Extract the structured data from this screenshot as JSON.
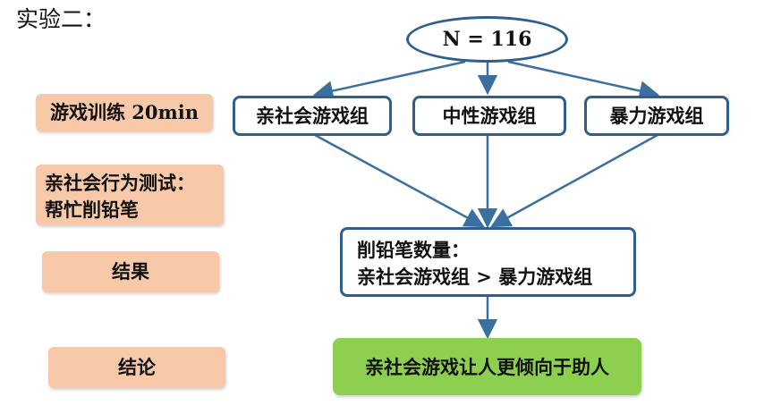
{
  "title": "实验二：",
  "labels": {
    "training": "游戏训练 20min",
    "test_line1": "亲社会行为测试：",
    "test_line2": "帮忙削铅笔",
    "result": "结果",
    "conclusion": "结论"
  },
  "top_node": "N = 116",
  "groups": {
    "prosocial": "亲社会游戏组",
    "neutral": "中性游戏组",
    "violent": "暴力游戏组"
  },
  "result_box": {
    "line1": "削铅笔数量：",
    "line2": "亲社会游戏组 > 暴力游戏组"
  },
  "conclusion_box": "亲社会游戏让人更倾向于助人",
  "colors": {
    "arrow": "#3b6fa0",
    "box_border": "#2e5f8f",
    "label_bg": "#f7c9a9",
    "conclusion_bg": "#8dcf4f"
  }
}
